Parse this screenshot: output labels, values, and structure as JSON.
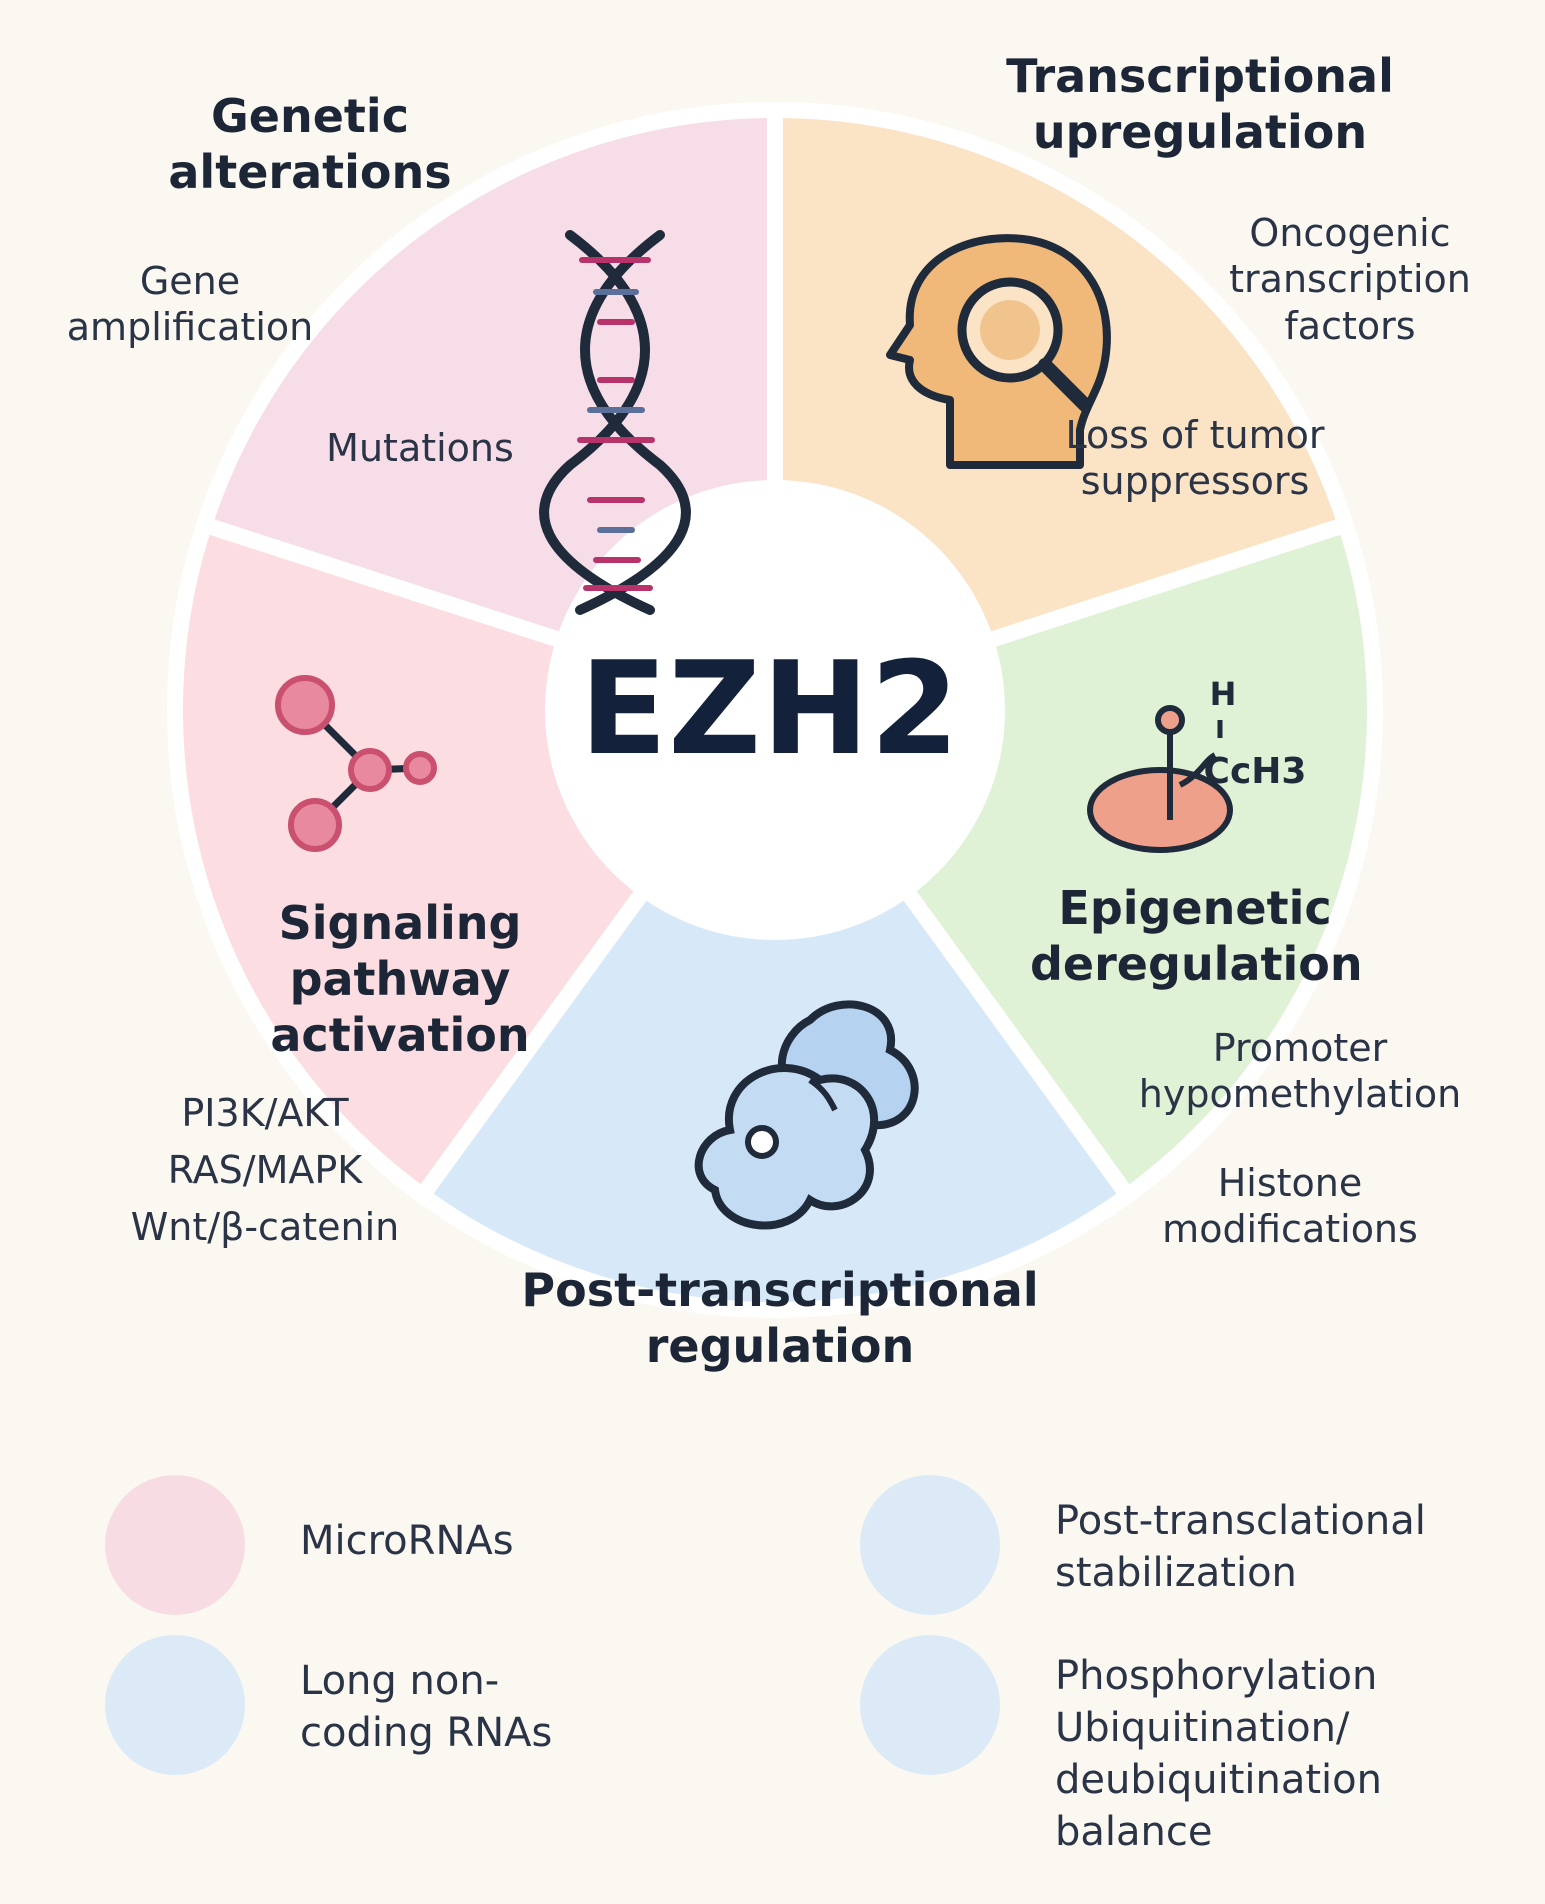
{
  "center": {
    "label": "EZH2"
  },
  "segments": [
    {
      "id": "genetic",
      "title": "Genetic\nalterations",
      "color": "#f7dde8",
      "icon": "dna-icon",
      "items": [
        "Gene\namplification",
        "Mutations"
      ]
    },
    {
      "id": "transcriptional",
      "title": "Transcriptional\nupregulation",
      "color": "#fbe3c6",
      "icon": "head-magnifier-icon",
      "items": [
        "Oncogenic\ntranscription\nfactors",
        "Loss of tumor\nsuppressors"
      ]
    },
    {
      "id": "epigenetic",
      "title": "Epigenetic\nderegulation",
      "color": "#dff2d6",
      "icon": "methyl-group-icon",
      "items": [
        "Promoter\nhypomethylation",
        "Histone\nmodifications"
      ],
      "icon_text": {
        "h": "H",
        "cch3": "CcH3"
      }
    },
    {
      "id": "post_transcriptional",
      "title": "Post-transcriptional\nregulation",
      "color": "#d7e9f8",
      "icon": "protein-complex-icon",
      "items": []
    },
    {
      "id": "signaling",
      "title": "Signaling\npathway\nactivation",
      "color": "#fbdde2",
      "icon": "molecule-network-icon",
      "items": [
        "PI3K/AKT\nRAS/MAPK\nWnt/β-catenin"
      ]
    }
  ],
  "legend": [
    {
      "label": "MicroRNAs",
      "icon": "microrna-loop-icon",
      "circle_color": "#f7dde3"
    },
    {
      "label": "Post-transclational\nstabilization",
      "icon": "protein-cluster-icon",
      "circle_color": "#dbeaf6"
    },
    {
      "label": "Long non-\ncoding RNAs",
      "icon": "lncrna-icon",
      "circle_color": "#dbeaf6"
    },
    {
      "label": "Phosphorylation\nUbiquitination/\ndeubiquitination\nbalance",
      "icon": "phosphorylation-icon",
      "circle_color": "#dbeaf6"
    }
  ],
  "colors": {
    "background": "#faf8f1",
    "text_dark": "#14213a",
    "dna_pink": "#b8336a",
    "dna_dark": "#1f2a3a",
    "icon_blue": "#2f4d7a",
    "icon_pink": "#c9506e"
  }
}
